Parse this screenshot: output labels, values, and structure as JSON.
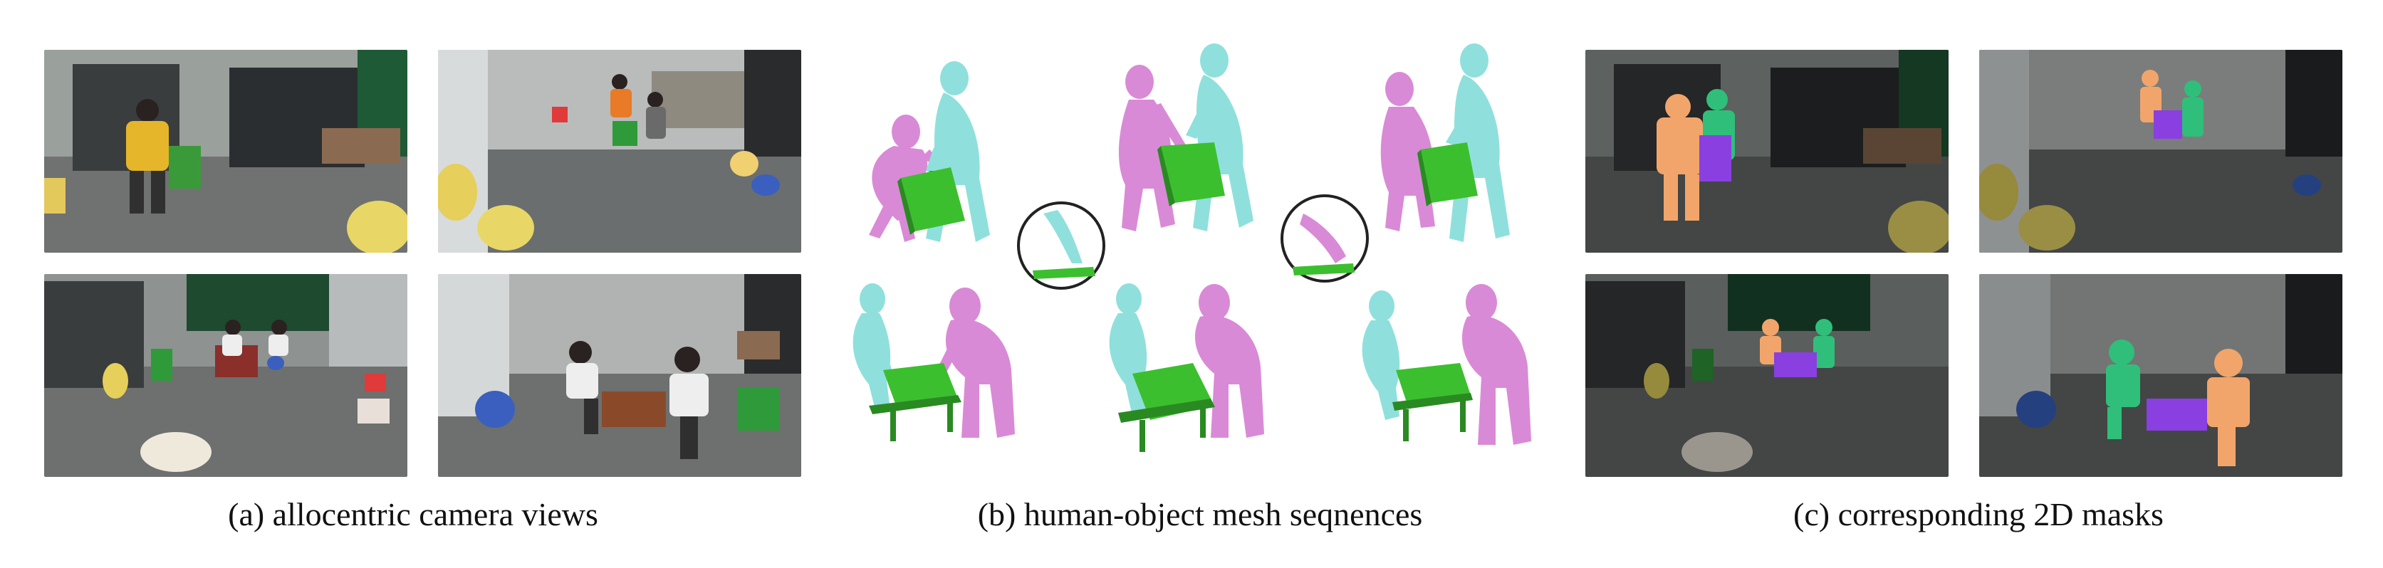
{
  "figure": {
    "captions": {
      "a": "(a) allocentric camera views",
      "b": "(b) human-object mesh seqnences",
      "c": "(c) corresponding 2D masks"
    },
    "colors": {
      "person_a_mesh": "#d98ad6",
      "person_b_mesh": "#8fe0dc",
      "object_mesh": "#3cbf2e",
      "mask_person_a": "#f2a56a",
      "mask_person_b": "#2fbf7a",
      "mask_object": "#8a3fe0"
    }
  }
}
